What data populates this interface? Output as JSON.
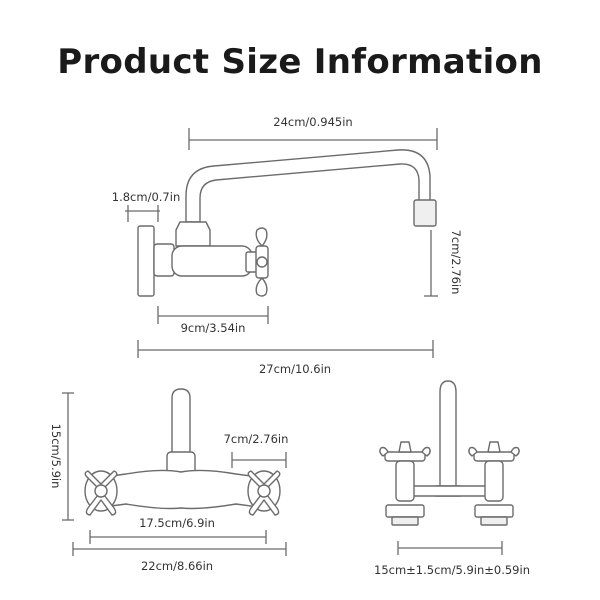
{
  "title": "Product Size Information",
  "dimensions": {
    "spout_length": "24cm/0.945in",
    "wall_flange_thickness": "1.8cm/0.7in",
    "spout_height": "7cm/2.76in",
    "body_length": "9cm/3.54in",
    "total_length": "27cm/10.6in",
    "front_height": "15cm/5.9in",
    "front_spout_gap": "7cm/2.76in",
    "front_center_distance": "17.5cm/6.9in",
    "front_total_width": "22cm/8.66in",
    "deck_center_distance": "15cm±1.5cm/5.9in±0.59in"
  }
}
